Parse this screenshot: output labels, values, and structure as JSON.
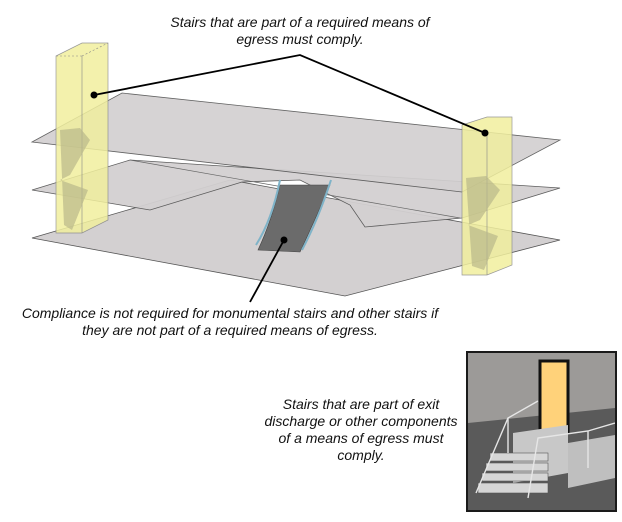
{
  "title": "Stairs scoping diagram",
  "captions": {
    "top": "Stairs that are part of a required means of egress must comply.",
    "middle": "Compliance is not required for monumental stairs and other stairs if they are not part of a required means of egress.",
    "bottom": "Stairs that are part of exit discharge or other components of a means of egress must comply."
  },
  "colors": {
    "floor": "#d3d0d1",
    "stair_enclosure": "#f1ef9e",
    "monumental_stair": "#6b6b6b",
    "door": "#ffd27a",
    "leader": "#000000"
  },
  "elements": {
    "left_enclosure": "exit-stair-enclosure-left",
    "right_enclosure": "exit-stair-enclosure-right",
    "center_stair": "monumental-stair",
    "inset": "exterior-exit-discharge-stair"
  }
}
